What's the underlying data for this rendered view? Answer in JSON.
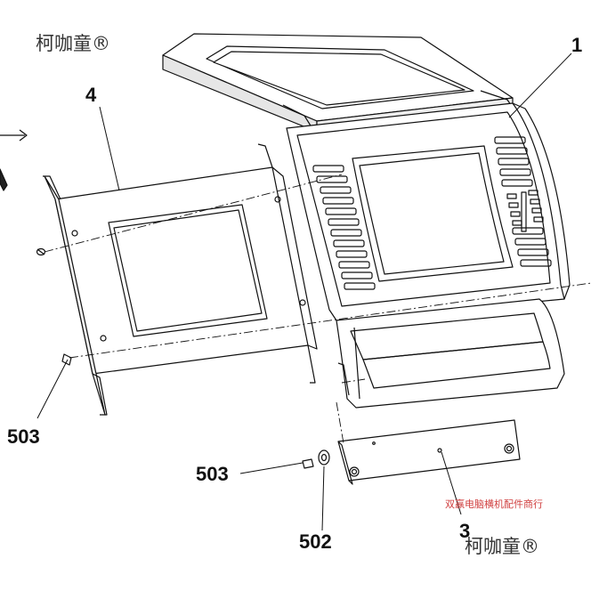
{
  "watermark_top": "柯咖童®",
  "watermark_bottom": "柯咖童®",
  "shop_label": "双赢电脑横机配件商行",
  "callouts": {
    "frame": "1",
    "bracket": "4",
    "cover_plate": "3",
    "screw_left": "503",
    "screw_bottom": "503",
    "washer": "502"
  },
  "colors": {
    "line": "#111111",
    "shop_text": "#d04040"
  }
}
